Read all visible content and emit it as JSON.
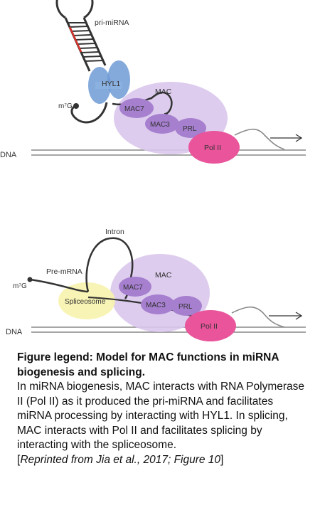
{
  "diagram_top": {
    "labels": {
      "pri_mirna": "pri-miRNA",
      "hyl1": "HYL1",
      "m7g": "m⁷G",
      "mac": "MAC",
      "mac7": "MAC7",
      "mac3": "MAC3",
      "prl": "PRL",
      "pol2": "Pol II",
      "dna": "DNA"
    }
  },
  "diagram_bottom": {
    "labels": {
      "intron": "Intron",
      "pre_mrna": "Pre-mRNA",
      "m7g": "m⁷G",
      "spliceosome": "Spliceosome",
      "mac": "MAC",
      "mac7": "MAC7",
      "mac3": "MAC3",
      "prl": "PRL",
      "pol2": "Pol II",
      "dna": "DNA"
    }
  },
  "colors": {
    "mac_complex": "#d9c6ec",
    "mac_subunit": "#a67fcf",
    "pol2": "#e9549b",
    "hyl1": "#6f9bd6",
    "spliceosome": "#f7f3ad",
    "dna": "#888888",
    "rna": "#333333",
    "stem_red": "#d9342b"
  },
  "legend": {
    "title": "Figure legend:  Model for MAC functions in miRNA biogenesis and splicing.",
    "body": "In miRNA biogenesis, MAC interacts with RNA Polymerase II (Pol II) as it produced the pri-miRNA and facilitates miRNA processing by interacting with HYL1. In splicing, MAC interacts with Pol II and facilitates splicing by interacting with the spliceosome.",
    "citation_open": "[",
    "citation_text": "Reprinted from Jia et al., 2017; Figure 10",
    "citation_close": "]"
  }
}
